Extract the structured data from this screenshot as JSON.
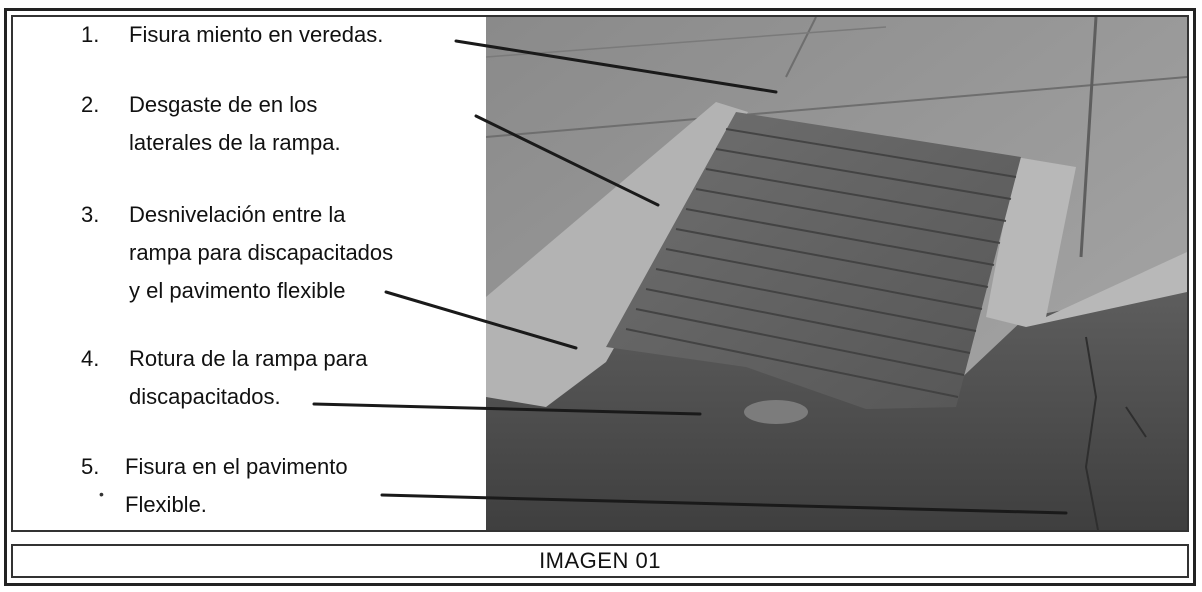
{
  "items": [
    {
      "number": "1.",
      "lines": [
        "Fisura miento en veredas."
      ]
    },
    {
      "number": "2.",
      "lines": [
        "Desgaste de en los",
        "laterales de la rampa."
      ]
    },
    {
      "number": "3.",
      "lines": [
        "Desnivelación entre la",
        "rampa para discapacitados",
        "y el pavimento flexible"
      ]
    },
    {
      "number": "4.",
      "lines": [
        "Rotura de la rampa para",
        "discapacitados."
      ]
    },
    {
      "number": "5.",
      "lines": [
        "Fisura en el pavimento",
        "Flexible."
      ]
    }
  ],
  "caption": "IMAGEN 01"
}
